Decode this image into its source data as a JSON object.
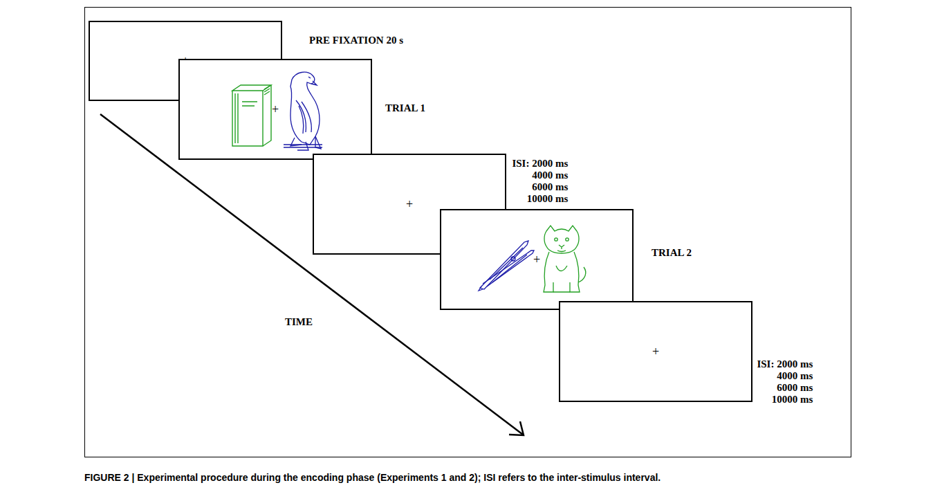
{
  "diagram": {
    "caption": "FIGURE 2 | Experimental procedure during the encoding phase (Experiments 1 and 2); ISI refers to the inter-stimulus interval.",
    "nodes": [
      {
        "text": [
          "+"
        ]
      },
      {
        "text": [
          "+"
        ]
      },
      {
        "text": [
          "+"
        ]
      },
      {
        "text": [
          "+"
        ]
      },
      {
        "text": [
          "+"
        ]
      }
    ],
    "labels": [
      "PRE FIXATION 20 s",
      "TRIAL 1",
      "ISI: 2000 ms 4000 ms 6000 ms 10000 ms",
      "TRIAL 2",
      "ISI: 2000 ms 4000 ms 6000 ms 10000 ms",
      "TIME"
    ]
  }
}
